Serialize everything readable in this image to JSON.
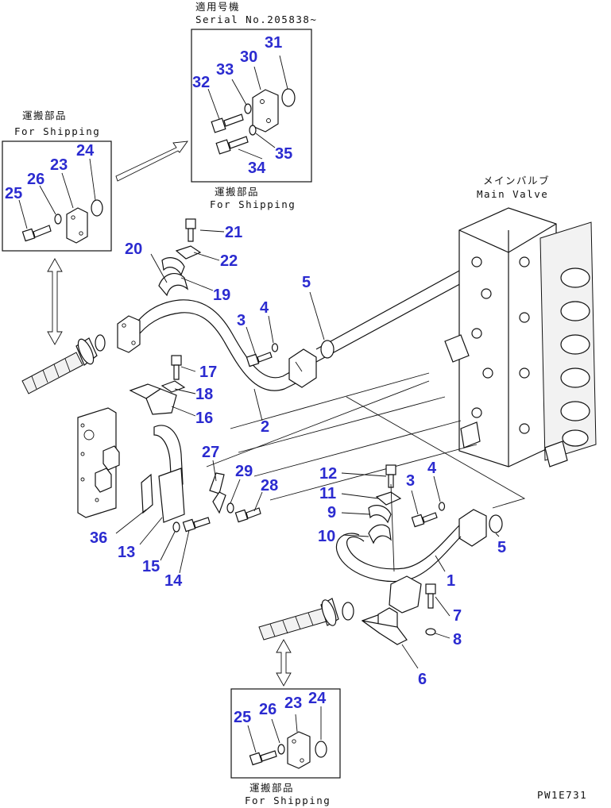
{
  "captions": {
    "serial_jp": "適用号機",
    "serial_no": "Serial No.205838~",
    "shipping_jp": "運搬部品",
    "shipping_en": "For Shipping",
    "main_valve_jp": "メインバルブ",
    "main_valve_en": "Main Valve",
    "drawing_code": "PW1E731"
  },
  "callouts": {
    "n1": "1",
    "n2": "2",
    "n3a": "3",
    "n3b": "3",
    "n4a": "4",
    "n4b": "4",
    "n5a": "5",
    "n5b": "5",
    "n6": "6",
    "n7": "7",
    "n8": "8",
    "n9": "9",
    "n10": "10",
    "n11": "11",
    "n12": "12",
    "n13": "13",
    "n14": "14",
    "n15": "15",
    "n16": "16",
    "n17": "17",
    "n18": "18",
    "n19": "19",
    "n20": "20",
    "n21": "21",
    "n22": "22",
    "n23a": "23",
    "n23b": "23",
    "n24a": "24",
    "n24b": "24",
    "n25a": "25",
    "n25b": "25",
    "n26a": "26",
    "n26b": "26",
    "n27": "27",
    "n28": "28",
    "n29": "29",
    "n30": "30",
    "n31": "31",
    "n32": "32",
    "n33": "33",
    "n34": "34",
    "n35": "35",
    "n36": "36"
  }
}
